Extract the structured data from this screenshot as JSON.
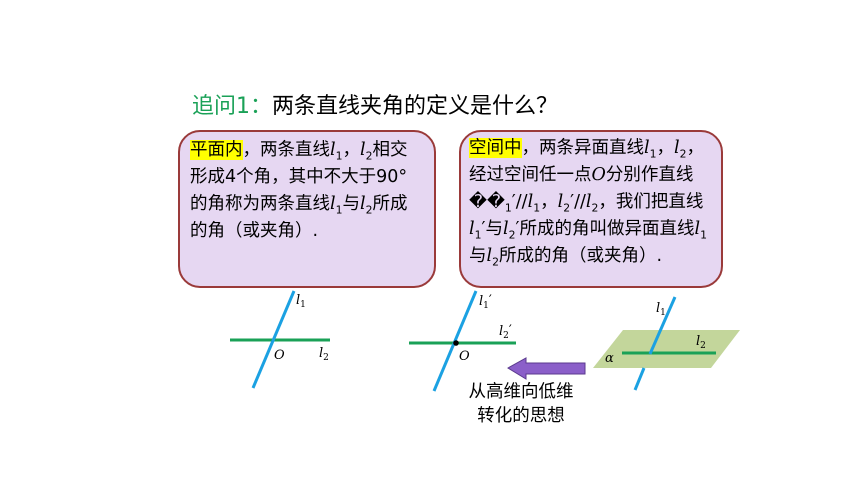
{
  "heading": {
    "prefix": "追问1：",
    "text": "两条直线夹角的定义是什么？"
  },
  "left_box": {
    "highlight": "平面内",
    "t1": "，两条直线",
    "t2": "，",
    "t3": "相交形成4个角，其中不大于90°的角称为两条直线",
    "t4": "与",
    "t5": "所成的角（或夹角）."
  },
  "right_box": {
    "highlight": "空间中",
    "t1": "，两条异面直线",
    "t2": "，",
    "t3": "，经过空间任一点",
    "t4": "分别作直线",
    "garbled": "��",
    "t5": "//",
    "t6": "，",
    "t7": "//",
    "t8": "，我们把直线",
    "t9": "与",
    "t10": "所成的角叫做异面直线",
    "t11": "与",
    "t12": "所成的角（或夹角）."
  },
  "symbols": {
    "l": "l",
    "O": "O",
    "sub1": "1",
    "sub2": "2",
    "prime": "′",
    "alpha": "α"
  },
  "figures": {
    "fig1": {
      "l1": "l",
      "l1_sub": "1",
      "l2": "l",
      "l2_sub": "2",
      "origin": "O"
    },
    "fig2": {
      "l1": "l",
      "l1_sub": "1",
      "l1_prime": "′",
      "l2": "l",
      "l2_sub": "2",
      "l2_prime": "′",
      "origin": "O"
    },
    "fig3": {
      "l1": "l",
      "l1_sub": "1",
      "l2": "l",
      "l2_sub": "2",
      "plane": "α"
    }
  },
  "arrow_label": {
    "line1": "从高维向低维",
    "line2": "转化的思想"
  },
  "colors": {
    "heading_prefix": "#1aa157",
    "line_green": "#1aa157",
    "line_blue": "#1ba1e2",
    "plane": "#c3d69b",
    "arrow": "#8b5fc9",
    "box_bg": "#e6d7f2",
    "box_border": "#9a3a3a",
    "highlight": "#ffff00"
  }
}
